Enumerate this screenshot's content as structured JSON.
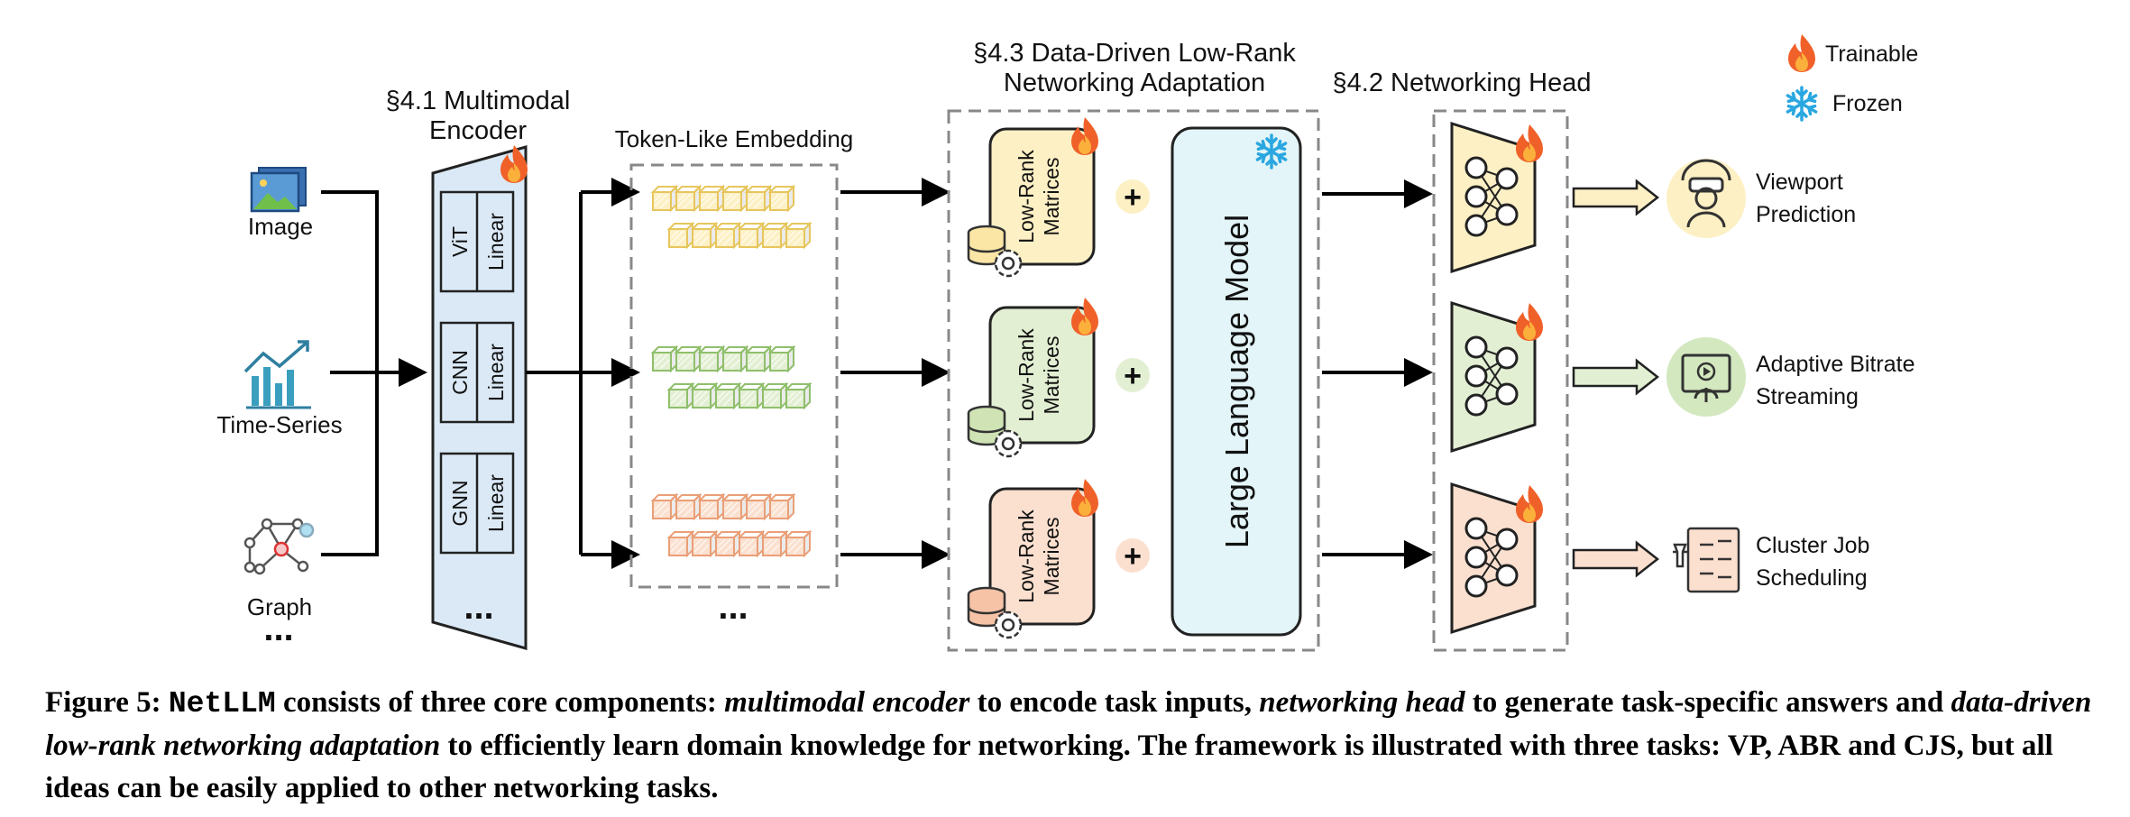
{
  "legend": {
    "trainable": "Trainable",
    "frozen": "Frozen"
  },
  "encoder": {
    "title_line1": "§4.1 Multimodal",
    "title_line2": "Encoder",
    "blocks": [
      {
        "net": "ViT",
        "proj": "Linear"
      },
      {
        "net": "CNN",
        "proj": "Linear"
      },
      {
        "net": "GNN",
        "proj": "Linear"
      }
    ],
    "ellipsis": "..."
  },
  "inputs": [
    {
      "label": "Image",
      "icon": "image-icon"
    },
    {
      "label": "Time-Series",
      "icon": "time-series-icon"
    },
    {
      "label": "Graph",
      "icon": "graph-icon"
    }
  ],
  "inputs_ellipsis": "...",
  "embedding": {
    "title": "Token-Like Embedding",
    "ellipsis": "..."
  },
  "adaptation": {
    "title_line1": "§4.3 Data-Driven Low-Rank",
    "title_line2": "Networking Adaptation",
    "lowrank_line1": "Low-Rank",
    "lowrank_line2": "Matrices",
    "plus": "+",
    "llm": "Large Language Model"
  },
  "head": {
    "title": "§4.2 Networking Head"
  },
  "tasks": [
    {
      "line1": "Viewport",
      "line2": "Prediction",
      "icon": "viewport-icon"
    },
    {
      "line1": "Adaptive Bitrate",
      "line2": "Streaming",
      "icon": "bitrate-icon"
    },
    {
      "line1": "Cluster Job",
      "line2": "Scheduling",
      "icon": "scheduling-icon"
    }
  ],
  "colors": {
    "yellow_fill": "#fdf0c4",
    "yellow_stroke": "#e7c65d",
    "green_fill": "#e3efd3",
    "green_stroke": "#8fbf6b",
    "orange_fill": "#fbe0cf",
    "orange_stroke": "#ea9f77",
    "encoder_fill": "#dbe9f6",
    "llm_fill": "#e3f5f8",
    "frozen_blue": "#2aa7e0",
    "flame": "#f0612a"
  },
  "caption": {
    "label": "Figure 5: ",
    "name": "NetLLM",
    "s1": " consists of three core components: ",
    "i1": "multimodal encoder",
    "s2": " to encode task inputs, ",
    "i2": "networking head",
    "s3": " to generate task-specific answers and ",
    "i3": "data-driven low-rank networking adaptation",
    "s4": " to efficiently learn domain knowledge for networking. The framework is illustrated with three tasks: VP, ABR and CJS, but all ideas can be easily applied to other networking tasks."
  }
}
